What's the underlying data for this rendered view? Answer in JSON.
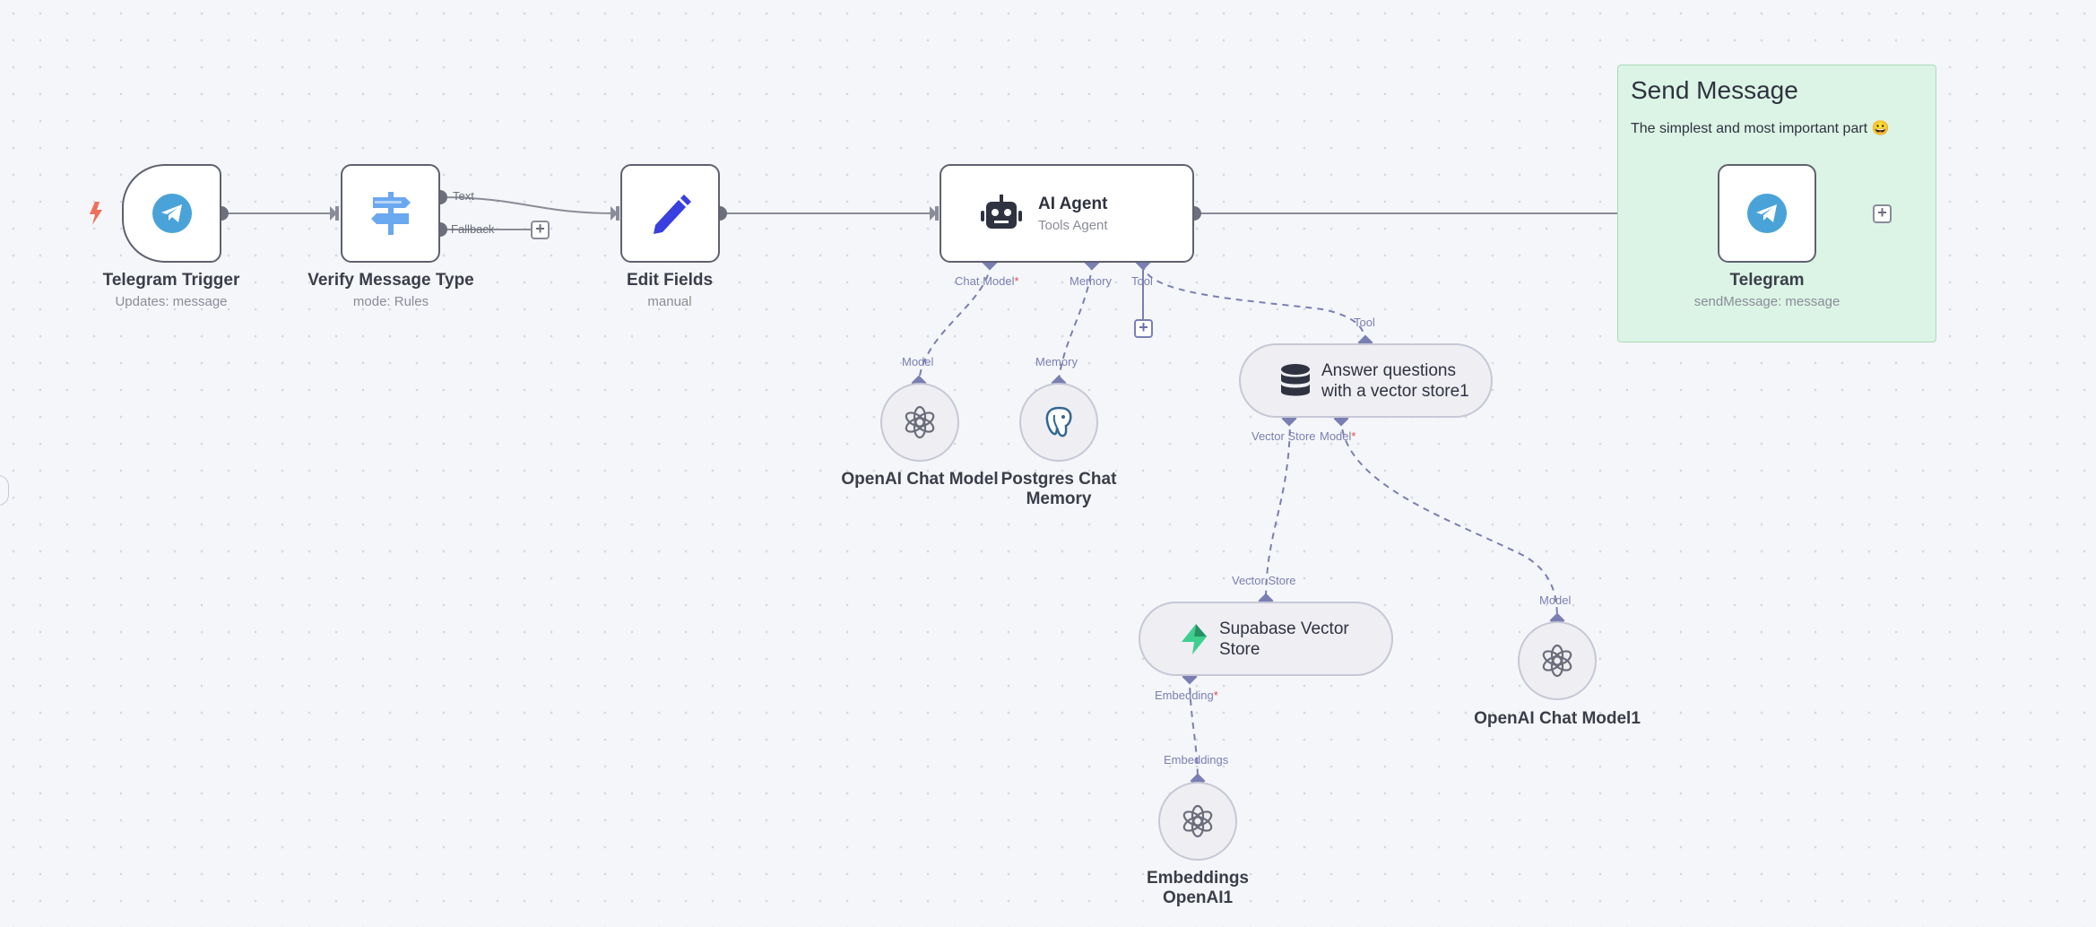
{
  "nodes": {
    "telegram_trigger": {
      "title": "Telegram Trigger",
      "subtitle": "Updates: message"
    },
    "verify_message_type": {
      "title": "Verify Message Type",
      "subtitle": "mode: Rules",
      "outputs": [
        "Text",
        "Fallback"
      ]
    },
    "edit_fields": {
      "title": "Edit Fields",
      "subtitle": "manual"
    },
    "ai_agent": {
      "title": "AI Agent",
      "subtitle": "Tools Agent",
      "inputs": [
        "Chat Model",
        "Memory",
        "Tool"
      ]
    },
    "openai_chat_model": {
      "title": "OpenAI Chat Model",
      "input": "Model"
    },
    "postgres_chat_memory": {
      "title_line1": "Postgres Chat",
      "title_line2": "Memory",
      "input": "Memory"
    },
    "answer_questions": {
      "title_line1": "Answer questions",
      "title_line2": "with a vector store1",
      "input": "Tool",
      "inputs": [
        "Vector Store",
        "Model"
      ]
    },
    "supabase_vector_store": {
      "title_line1": "Supabase Vector",
      "title_line2": "Store",
      "input": "Vector Store",
      "inputs": [
        "Embedding"
      ]
    },
    "openai_chat_model1": {
      "title": "OpenAI Chat Model1",
      "input": "Model"
    },
    "embeddings_openai1": {
      "title_line1": "Embeddings",
      "title_line2": "OpenAI1",
      "input": "Embeddings"
    },
    "telegram": {
      "title": "Telegram",
      "subtitle": "sendMessage: message"
    }
  },
  "sticky_note": {
    "title": "Send Message",
    "text": "The simplest and most important part 😀"
  },
  "required_marker": "*",
  "colors": {
    "canvas": "#f5f6f9",
    "node_border": "#5f6170",
    "connection": "#7a7fb3",
    "sticky": "#dcf4e5",
    "telegram": "#4aa3d8",
    "supabase": "#3ecf8e",
    "edit_pen": "#3a3fe0"
  },
  "icons": {
    "telegram_trigger": "telegram-icon",
    "verify_message_type": "signpost-icon",
    "edit_fields": "pen-icon",
    "ai_agent": "robot-icon",
    "openai_chat_model": "openai-icon",
    "postgres_chat_memory": "postgres-icon",
    "answer_questions": "database-icon",
    "supabase_vector_store": "supabase-icon",
    "openai_chat_model1": "openai-icon",
    "embeddings_openai1": "openai-icon",
    "telegram": "telegram-icon",
    "trigger_marker": "lightning-bolt-icon"
  }
}
